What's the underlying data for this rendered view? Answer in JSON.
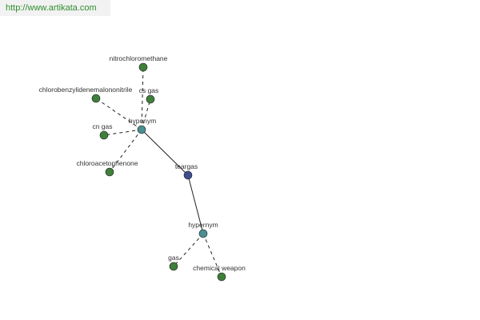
{
  "watermark": {
    "url": "http://www.artikata.com"
  },
  "colors": {
    "term_node": "#3d4e8f",
    "relation_node": "#4a8f92",
    "leaf_node": "#3f7f3a",
    "edge": "#222222",
    "watermark_bg": "#f2f2f2",
    "watermark_text": "#2f8f2f"
  },
  "graph": {
    "nodes": [
      {
        "id": "teargas",
        "label": "teargas",
        "kind": "term"
      },
      {
        "id": "hyponym",
        "label": "hyponym",
        "kind": "relation"
      },
      {
        "id": "hypernym",
        "label": "hypernym",
        "kind": "relation"
      },
      {
        "id": "nitrochloromethane",
        "label": "nitrochloromethane",
        "kind": "leaf"
      },
      {
        "id": "chlorobenzylidenemalononitrile",
        "label": "chlorobenzylidenemalononitrile",
        "kind": "leaf"
      },
      {
        "id": "cs_gas",
        "label": "cs gas",
        "kind": "leaf"
      },
      {
        "id": "cn_gas",
        "label": "cn gas",
        "kind": "leaf"
      },
      {
        "id": "chloroacetophenone",
        "label": "chloroacetophenone",
        "kind": "leaf"
      },
      {
        "id": "gas",
        "label": "gas",
        "kind": "leaf"
      },
      {
        "id": "chemical_weapon",
        "label": "chemical weapon",
        "kind": "leaf"
      }
    ],
    "edges": [
      {
        "from": "teargas",
        "to": "hyponym",
        "style": "solid"
      },
      {
        "from": "teargas",
        "to": "hypernym",
        "style": "solid"
      },
      {
        "from": "hyponym",
        "to": "nitrochloromethane",
        "style": "dashed"
      },
      {
        "from": "hyponym",
        "to": "chlorobenzylidenemalononitrile",
        "style": "dashed"
      },
      {
        "from": "hyponym",
        "to": "cs_gas",
        "style": "dashed"
      },
      {
        "from": "hyponym",
        "to": "cn_gas",
        "style": "dashed"
      },
      {
        "from": "hyponym",
        "to": "chloroacetophenone",
        "style": "dashed"
      },
      {
        "from": "hypernym",
        "to": "gas",
        "style": "dashed"
      },
      {
        "from": "hypernym",
        "to": "chemical_weapon",
        "style": "dashed"
      }
    ]
  }
}
